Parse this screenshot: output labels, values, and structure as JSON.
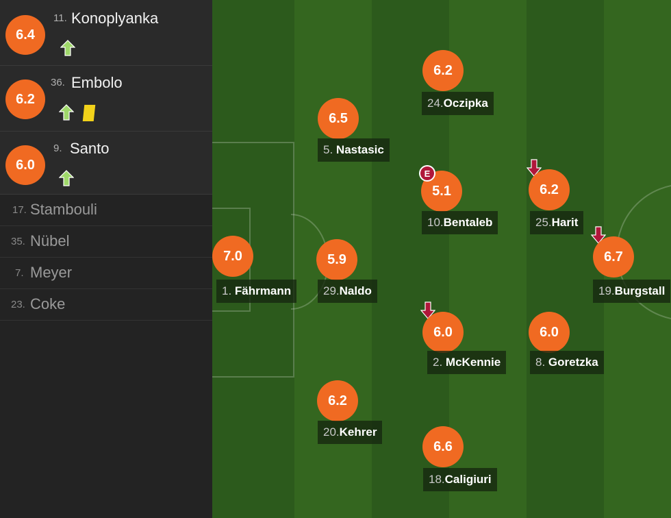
{
  "substitutes_in": [
    {
      "rating": "6.4",
      "number": "11.",
      "name": "Konoplyanka"
    },
    {
      "rating": "6.2",
      "number": "36.",
      "name": "Embolo"
    },
    {
      "rating": "6.0",
      "number": "9.",
      "name": "Santo"
    }
  ],
  "bench": [
    {
      "number": "17.",
      "name": "Stambouli"
    },
    {
      "number": "35.",
      "name": "Nübel"
    },
    {
      "number": "7.",
      "name": "Meyer"
    },
    {
      "number": "23.",
      "name": "Coke"
    }
  ],
  "players": {
    "fahrmann": {
      "rating": "7.0",
      "number": "1.",
      "name": "Fährmann"
    },
    "nastasic": {
      "rating": "6.5",
      "number": "5.",
      "name": "Nastasic"
    },
    "naldo": {
      "rating": "5.9",
      "number": "29.",
      "name": "Naldo"
    },
    "kehrer": {
      "rating": "6.2",
      "number": "20.",
      "name": "Kehrer"
    },
    "oczipka": {
      "rating": "6.2",
      "number": "24.",
      "name": "Oczipka"
    },
    "bentaleb": {
      "rating": "5.1",
      "number": "10.",
      "name": "Bentaleb",
      "badge": "E"
    },
    "mckennie": {
      "rating": "6.0",
      "number": "2.",
      "name": "McKennie"
    },
    "caligiuri": {
      "rating": "6.6",
      "number": "18.",
      "name": "Caligiuri"
    },
    "harit": {
      "rating": "6.2",
      "number": "25.",
      "name": "Harit"
    },
    "goretzka": {
      "rating": "6.0",
      "number": "8.",
      "name": "Goretzka"
    },
    "burgstaller": {
      "rating": "6.7",
      "number": "19.",
      "name": "Burgstall"
    }
  },
  "colors": {
    "rating": "#f06a22",
    "sub_in_arrow": "#9fd86a",
    "sub_out_arrow": "#b0173a",
    "yellow_card": "#f2d21a"
  }
}
